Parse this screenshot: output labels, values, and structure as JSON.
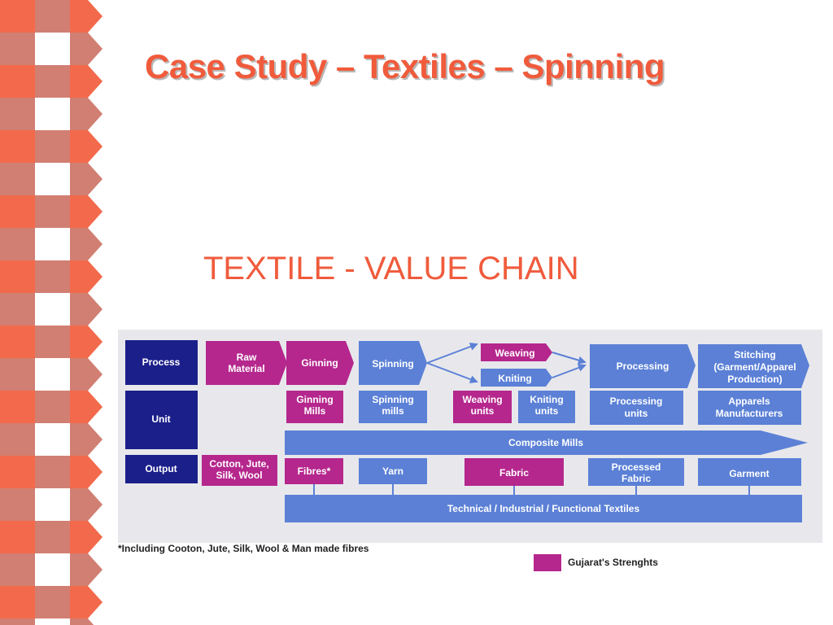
{
  "slide": {
    "title": "Case Study – Textiles – Spinning",
    "subtitle": "TEXTILE - VALUE CHAIN"
  },
  "colors": {
    "accent": "#f05b3c",
    "navy": "#1b1f8a",
    "blue": "#5b80d6",
    "magenta": "#b5278d"
  },
  "diagram": {
    "row_labels": {
      "process": "Process",
      "unit": "Unit",
      "output": "Output"
    },
    "process": {
      "raw_material": [
        "Raw",
        "Material"
      ],
      "ginning": "Ginning",
      "spinning": "Spinning",
      "weaving": "Weaving",
      "kniting": "Kniting",
      "processing": "Processing",
      "stitching": [
        "Stitching",
        "(Garment/Apparel",
        "Production)"
      ]
    },
    "unit": {
      "ginning_mills": [
        "Ginning",
        "Mills"
      ],
      "spinning_mills": [
        "Spinning",
        "mills"
      ],
      "weaving_units": [
        "Weaving",
        "units"
      ],
      "kniting_units": [
        "Kniting",
        "units"
      ],
      "processing_units": [
        "Processing",
        "units"
      ],
      "apparels": [
        "Apparels",
        "Manufacturers"
      ]
    },
    "composite_mills": "Composite Mills",
    "output": {
      "raw": [
        "Cotton, Jute,",
        "Silk, Wool"
      ],
      "fibres": "Fibres*",
      "yarn": "Yarn",
      "fabric": "Fabric",
      "processed_fabric": [
        "Processed",
        "Fabric"
      ],
      "garment": "Garment"
    },
    "technical": "Technical / Industrial / Functional Textiles"
  },
  "footnote": "*Including Cooton, Jute, Silk, Wool & Man made fibres",
  "legend": {
    "label": "Gujarat's Strenghts"
  }
}
